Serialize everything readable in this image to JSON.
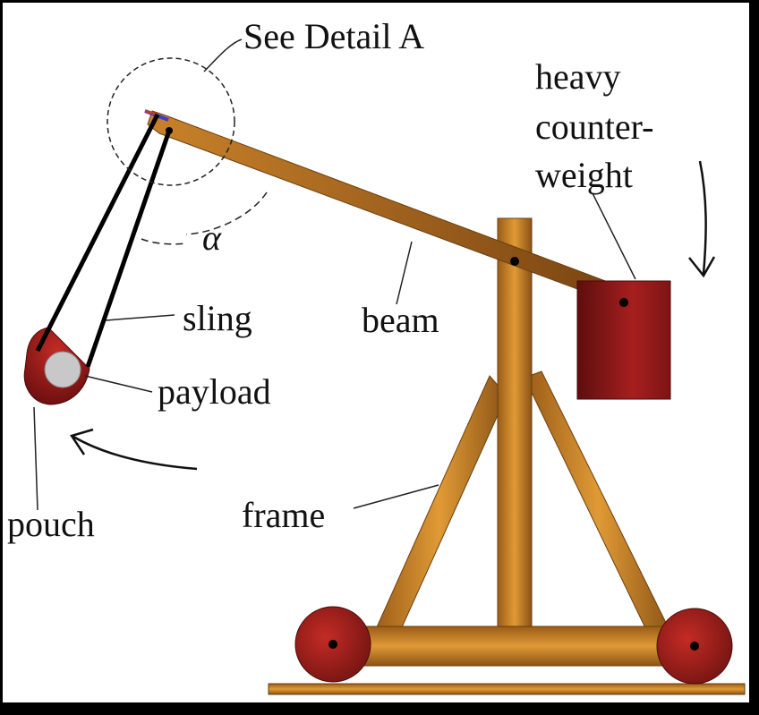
{
  "labels": {
    "detail": "See Detail A",
    "counterweight_line1": "heavy",
    "counterweight_line2": "counter-",
    "counterweight_line3": "weight",
    "alpha": "α",
    "sling": "sling",
    "beam": "beam",
    "payload": "payload",
    "pouch": "pouch",
    "frame": "frame"
  },
  "colors": {
    "wood": "#d9922e",
    "wood_dark": "#8a5316",
    "counterweight": "#9c1c1c",
    "wheel": "#a3211d",
    "payload": "#c8c8c8",
    "background": "#ffffff",
    "border": "#000000"
  }
}
